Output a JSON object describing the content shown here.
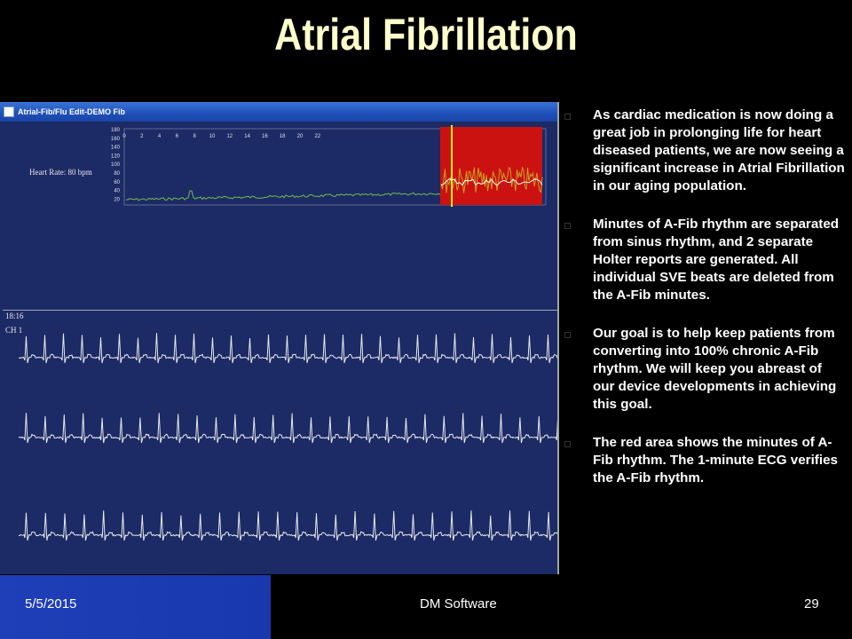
{
  "slide": {
    "title": "Atrial Fibrillation"
  },
  "window": {
    "title": "Atrial-Fib/Flu Edit-DEMO Fib"
  },
  "trend": {
    "heart_rate_label": "Heart Rate: 80 bpm",
    "x_ticks": [
      "0",
      "2",
      "4",
      "6",
      "8",
      "10",
      "12",
      "14",
      "16",
      "18",
      "20",
      "22"
    ],
    "y_ticks": [
      "180",
      "160",
      "140",
      "120",
      "100",
      "80",
      "60",
      "40",
      "20"
    ]
  },
  "strip": {
    "time_label": "18:16",
    "channel_label": "CH 1"
  },
  "colors": {
    "slide_title": "#ffffcc",
    "app_background": "#1c2a66",
    "afib_region": "#cc1111",
    "cursor_line": "#ffee00",
    "footer_blue": "#1f3fb8"
  },
  "bullets": [
    "As cardiac medication is now doing a great job in prolonging life for heart diseased patients, we are now seeing a significant increase in Atrial Fibrillation in our aging population.",
    "Minutes of A-Fib rhythm are separated from sinus rhythm, and 2 separate Holter reports are generated.  All individual SVE beats are deleted from the A-Fib minutes.",
    "Our goal is to help keep patients from converting into 100% chronic A-Fib rhythm.  We will keep you abreast of our device developments in achieving this goal.",
    "The red area shows the minutes of A-Fib rhythm.  The 1-minute ECG verifies the A-Fib rhythm."
  ],
  "footer": {
    "date": "5/5/2015",
    "company": "DM Software",
    "page": "29"
  }
}
